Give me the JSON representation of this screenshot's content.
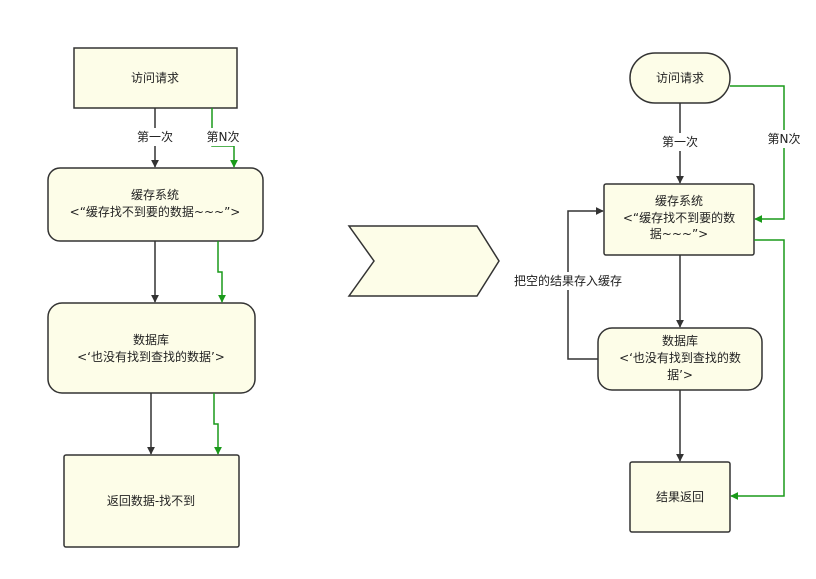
{
  "colors": {
    "node_fill": "#fdfde8",
    "node_stroke": "#333333",
    "arrow_black": "#333333",
    "arrow_green": "#1a9a1a"
  },
  "left": {
    "request": "访问请求",
    "first_time": "第一次",
    "nth_time": "第N次",
    "cache_line1": "缓存系统",
    "cache_line2": "<“缓存找不到要的数据~~~”>",
    "db_line1": "数据库",
    "db_line2": "<‘也没有找到查找的数据’>",
    "return": "返回数据-找不到"
  },
  "right": {
    "request": "访问请求",
    "first_time": "第一次",
    "nth_time": "第N次",
    "cache_line1": "缓存系统",
    "cache_line2": "<“缓存找不到要的数",
    "cache_line3": "据~~~”>",
    "store_empty": "把空的结果存入缓存",
    "db_line1": "数据库",
    "db_line2": "<‘也没有找到查找的数",
    "db_line3": "据’>",
    "result": "结果返回"
  }
}
